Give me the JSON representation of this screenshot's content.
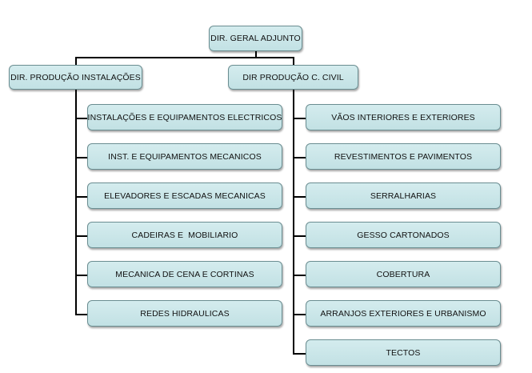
{
  "root": {
    "label": "DIR. GERAL ADJUNTO"
  },
  "branches": [
    {
      "label": "DIR. PRODUÇÃO INSTALAÇÕES",
      "items": [
        "INSTALAÇÕES E EQUIPAMENTOS ELECTRICOS",
        "INST. E EQUIPAMENTOS MECANICOS",
        "ELEVADORES E ESCADAS MECANICAS",
        "CADEIRAS E  MOBILIARIO",
        "MECANICA DE CENA E CORTINAS",
        "REDES HIDRAULICAS"
      ]
    },
    {
      "label": "DIR PRODUÇÃO C. CIVIL",
      "items": [
        "VÃOS INTERIORES E EXTERIORES",
        "REVESTIMENTOS E PAVIMENTOS",
        "SERRALHARIAS",
        "GESSO CARTONADOS",
        "COBERTURA",
        "ARRANJOS EXTERIORES E URBANISMO",
        "TECTOS"
      ]
    }
  ],
  "colors": {
    "box_fill": "#c9e6e9",
    "box_border": "#6a8d91",
    "connector": "#000000"
  }
}
